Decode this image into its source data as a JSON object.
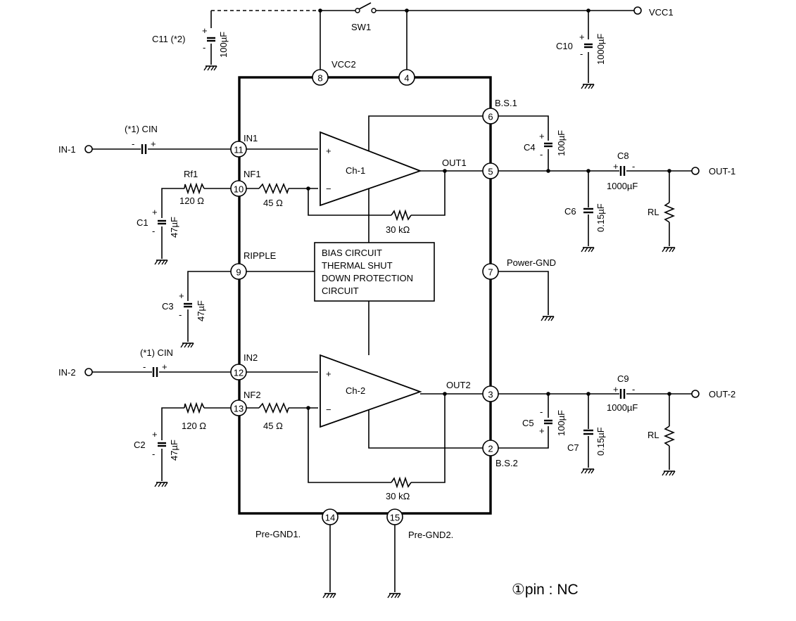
{
  "supply": {
    "vcc1": "VCC1",
    "vcc2": "VCC2",
    "sw1": "SW1"
  },
  "caps": {
    "c11": "C11 (*2)",
    "c11_val": "100µF",
    "c10": "C10",
    "c10_val": "1000µF",
    "c4": "C4",
    "c4_val": "100µF",
    "c8": "C8",
    "c8_val": "1000µF",
    "c6": "C6",
    "c6_val": "0.15µF",
    "c1": "C1",
    "c1_val": "47µF",
    "c3": "C3",
    "c3_val": "47µF",
    "c2": "C2",
    "c2_val": "47µF",
    "c5": "C5",
    "c5_val": "100µF",
    "c9": "C9",
    "c9_val": "1000µF",
    "c7": "C7",
    "c7_val": "0.15µF",
    "cin1": "(*1) CIN",
    "cin2": "(*1) CIN"
  },
  "resistors": {
    "rf1": "Rf1",
    "r120a": "120 Ω",
    "r45a": "45 Ω",
    "r30ka": "30 kΩ",
    "r120b": "120 Ω",
    "r45b": "45 Ω",
    "r30kb": "30 kΩ",
    "rl1": "RL",
    "rl2": "RL"
  },
  "io": {
    "in1": "IN-1",
    "in2": "IN-2",
    "out1": "OUT-1",
    "out2": "OUT-2"
  },
  "pins": {
    "p8": "8",
    "p4": "4",
    "p6": "6",
    "p5": "5",
    "p7": "7",
    "p3": "3",
    "p2": "2",
    "p11": "11",
    "p10": "10",
    "p9": "9",
    "p12": "12",
    "p13": "13",
    "p14": "14",
    "p15": "15"
  },
  "pin_labels": {
    "in1": "IN1",
    "nf1": "NF1",
    "ripple": "RIPPLE",
    "in2": "IN2",
    "nf2": "NF2",
    "bs1": "B.S.1",
    "out1": "OUT1",
    "power_gnd": "Power-GND",
    "out2": "OUT2",
    "bs2": "B.S.2",
    "pre_gnd1": "Pre-GND1.",
    "pre_gnd2": "Pre-GND2."
  },
  "amps": {
    "ch1": "Ch-1",
    "ch2": "Ch-2",
    "plus": "+",
    "minus": "−"
  },
  "bias_box": {
    "line1": "BIAS CIRCUIT",
    "line2": "THERMAL SHUT",
    "line3": "DOWN PROTECTION",
    "line4": "CIRCUIT"
  },
  "note": "①pin  :  NC"
}
